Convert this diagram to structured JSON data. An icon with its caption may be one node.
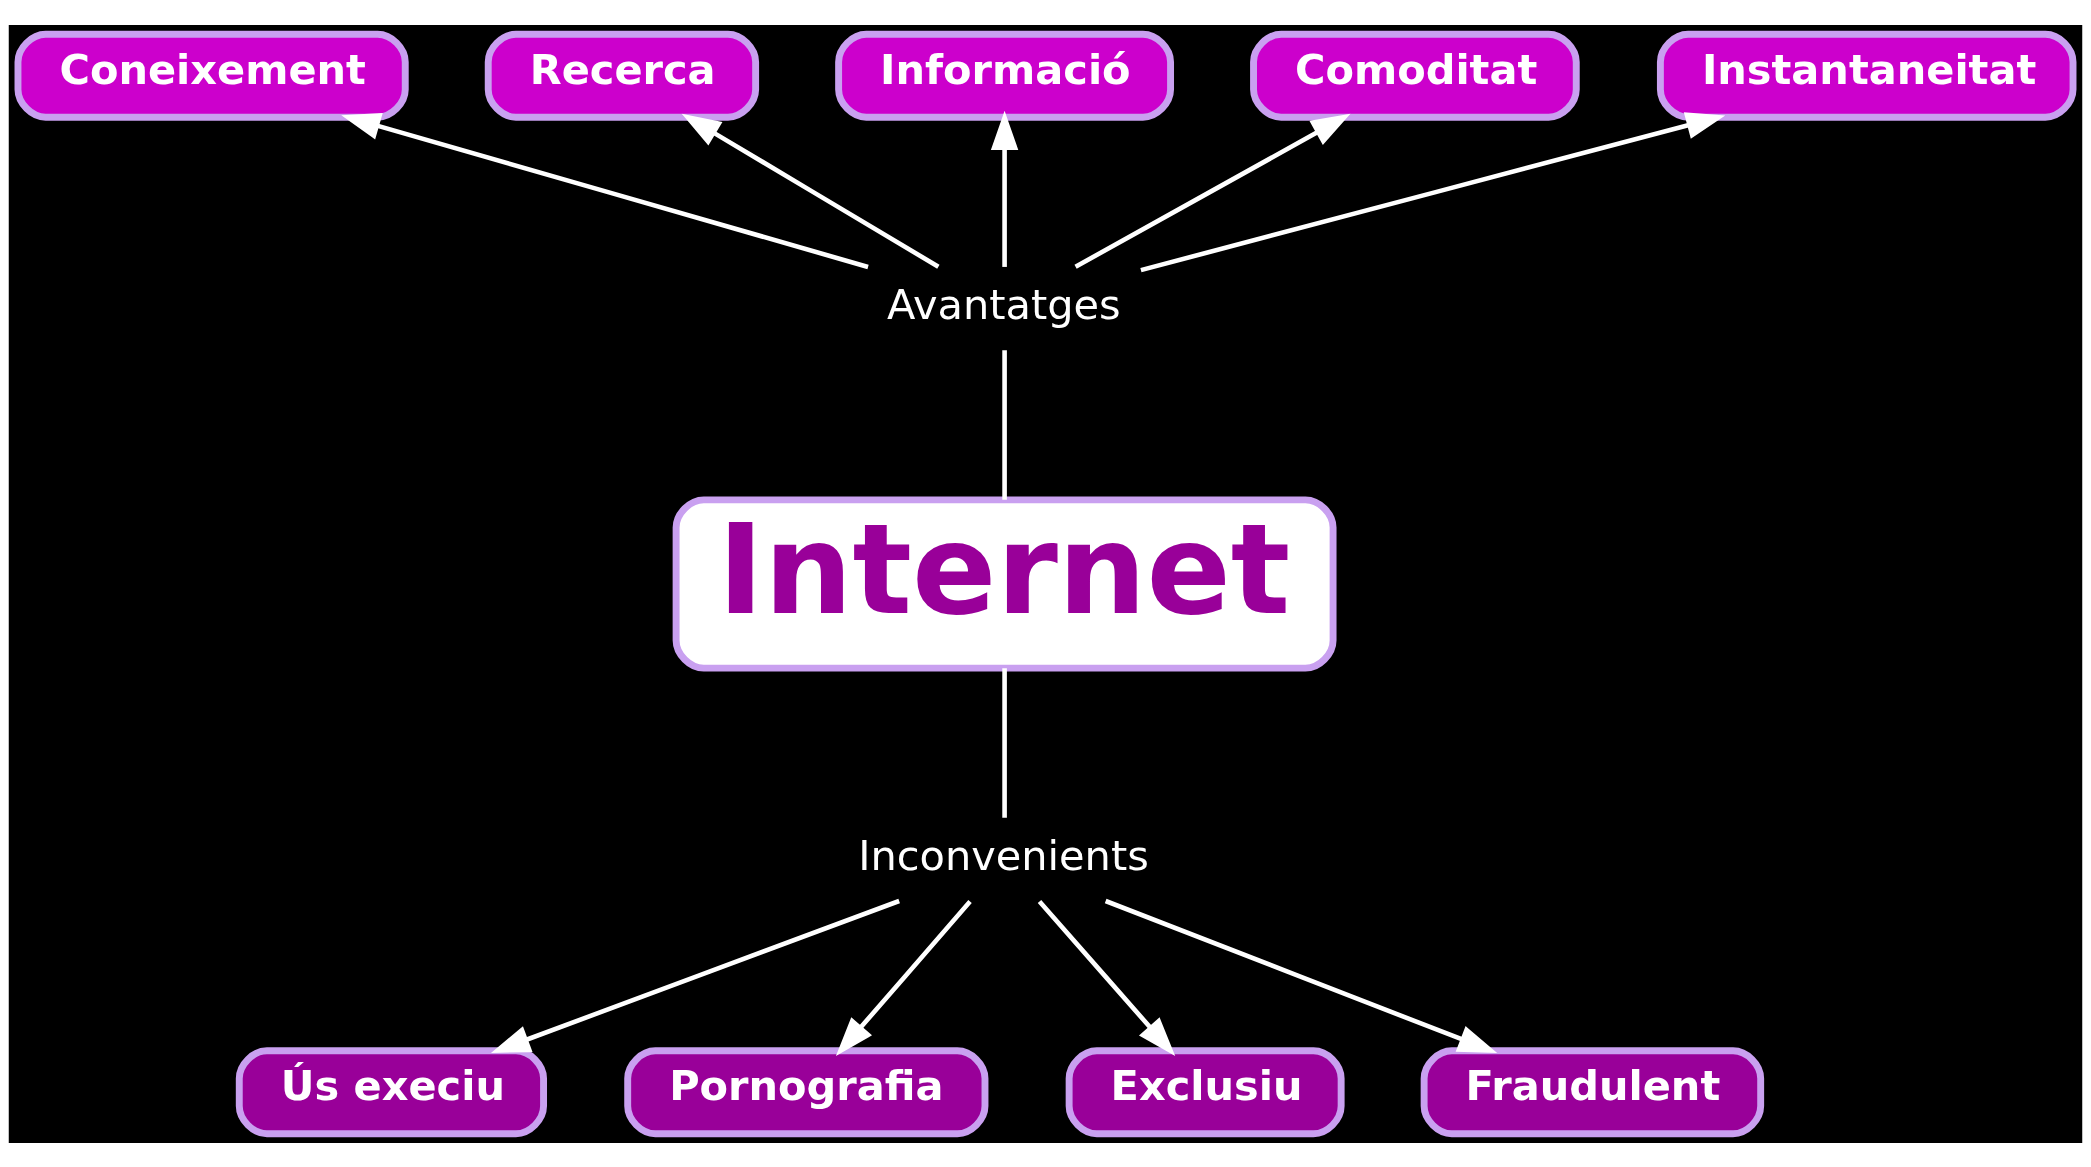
{
  "diagram": {
    "nodes": [
      {
        "text": [
          "Internet"
        ]
      },
      {
        "text": [
          "Avantatges"
        ]
      },
      {
        "text": [
          "Inconvenients"
        ]
      },
      {
        "text": [
          "Coneixement"
        ]
      },
      {
        "text": [
          "Recerca"
        ]
      },
      {
        "text": [
          "Informació"
        ]
      },
      {
        "text": [
          "Comoditat"
        ]
      },
      {
        "text": [
          "Instantaneitat"
        ]
      },
      {
        "text": [
          "Ús execiu"
        ]
      },
      {
        "text": [
          "Pornografia"
        ]
      },
      {
        "text": [
          "Exclusiu"
        ]
      },
      {
        "text": [
          "Fraudulent"
        ]
      }
    ],
    "edges": [
      {
        "from": 0,
        "to": 1,
        "arrow": "none"
      },
      {
        "from": 1,
        "to": 3,
        "arrow": "to"
      },
      {
        "from": 1,
        "to": 4,
        "arrow": "to"
      },
      {
        "from": 1,
        "to": 5,
        "arrow": "to"
      },
      {
        "from": 1,
        "to": 6,
        "arrow": "to"
      },
      {
        "from": 1,
        "to": 7,
        "arrow": "to"
      },
      {
        "from": 0,
        "to": 2,
        "arrow": "none"
      },
      {
        "from": 2,
        "to": 8,
        "arrow": "to"
      },
      {
        "from": 2,
        "to": 9,
        "arrow": "to"
      },
      {
        "from": 2,
        "to": 10,
        "arrow": "to"
      },
      {
        "from": 2,
        "to": 11,
        "arrow": "to"
      }
    ]
  }
}
